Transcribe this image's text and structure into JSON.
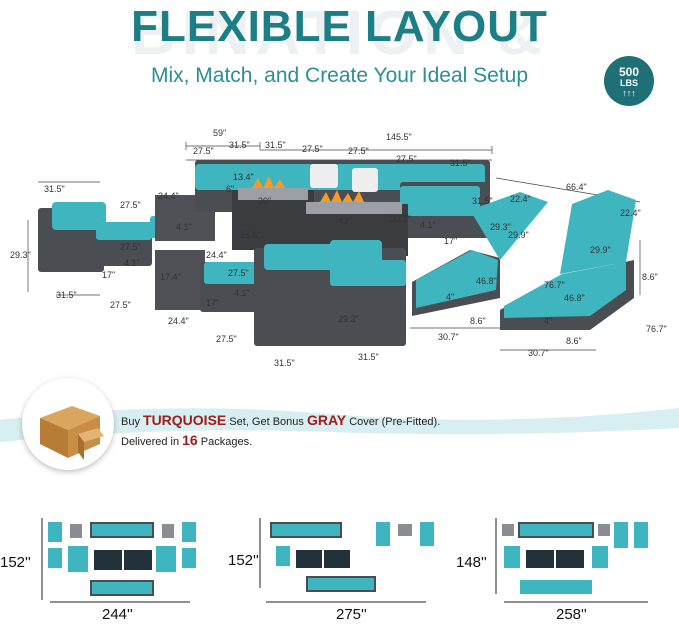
{
  "header": {
    "bg_word": "BINATION &",
    "title": "FLEXIBLE LAYOUT",
    "subtitle": "Mix, Match, and Create Your Ideal Setup"
  },
  "badge": {
    "weight": "500",
    "unit": "LBS",
    "icon": "arrow-up-icon"
  },
  "dimensions": {
    "d1": "59\"",
    "d2": "145.5\"",
    "d3": "27.5\"",
    "d4": "31.5\"",
    "d5": "31.5\"",
    "d6": "27.5\"",
    "d7": "27.5\"",
    "d8": "27.5\"",
    "d9": "31.5\"",
    "d10": "13.4\"",
    "d11": "6\"",
    "d12": "24.4\"",
    "d13": "31.5\"",
    "d14": "27.5\"",
    "d15": "4.1\"",
    "d16": "29.3\"",
    "d17": "27.5\"",
    "d18": "4.1\"",
    "d19": "17\"",
    "d20": "31.5\"",
    "d21": "27.5\"",
    "d22": "25.6\"",
    "d23": "30\"",
    "d24": "43\"",
    "d25": "30.7\"",
    "d26": "31.5\"",
    "d27": "4.1\"",
    "d28": "29.3\"",
    "d29": "17\"",
    "d30": "66.4\"",
    "d31": "22.4\"",
    "d32": "22.4\"",
    "d33": "29.9\"",
    "d34": "29.9\"",
    "d35": "24.4\"",
    "d36": "17.4\"",
    "d37": "27.5\"",
    "d38": "4.1\"",
    "d39": "17\"",
    "d40": "24.4\"",
    "d41": "27.5\"",
    "d42": "29.3\"",
    "d43": "31.5\"",
    "d44": "31.5\"",
    "d45": "46.8\"",
    "d46": "76.7\"",
    "d47": "46.8\"",
    "d48": "4\"",
    "d49": "4\"",
    "d50": "30.7\"",
    "d51": "8.6\"",
    "d52": "8.6\"",
    "d53": "30.7\"",
    "d54": "76.7\"",
    "d55": "8.6\""
  },
  "promo": {
    "prefix": "Buy ",
    "set_name": "TURQUOISE",
    "mid": " Set, Get Bonus ",
    "cover_name": "GRAY",
    "suffix": " Cover (Pre-Fitted).",
    "line2_prefix": "Delivered in ",
    "packages": "16",
    "line2_suffix": " Packages."
  },
  "layouts": [
    {
      "height": "152''",
      "width": "244''"
    },
    {
      "height": "152''",
      "width": "275''"
    },
    {
      "height": "148''",
      "width": "258''"
    }
  ],
  "colors": {
    "teal": "#1d7f86",
    "cushion": "#3fb6bf",
    "wicker": "#4a4d52",
    "red": "#a01b1b"
  }
}
